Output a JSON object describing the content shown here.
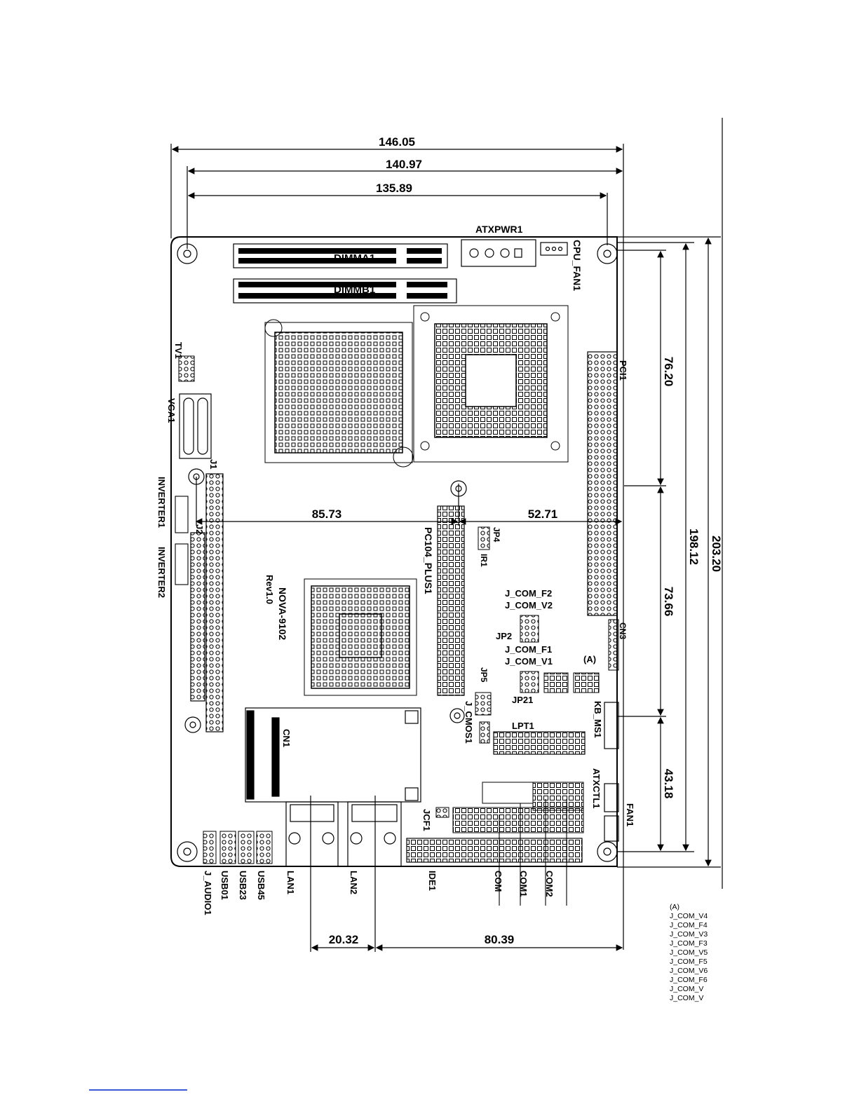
{
  "dimensions": {
    "width_overall": "146.05",
    "width_2": "140.97",
    "width_3": "135.89",
    "height_overall": "203.20",
    "height_2": "198.12",
    "seg_76": "76.20",
    "seg_73": "73.66",
    "seg_43": "43.18",
    "left_85": "85.73",
    "right_52": "52.71",
    "bottom_20": "20.32",
    "bottom_80": "80.39"
  },
  "components": {
    "atxpwr1": "ATXPWR1",
    "cpu_fan1": "CPU_FAN1",
    "dimma1": "DIMMA1",
    "dimmb1": "DIMMB1",
    "tv1": "TV1",
    "vga1": "VGA1",
    "j1": "J1",
    "j2": "J2",
    "inverter1": "INVERTER1",
    "inverter2": "INVERTER2",
    "pci1": "PCI1",
    "pc104": "PC104_PLUS1",
    "jp4": "JP4",
    "ir1": "IR1",
    "board_name": "NOVA-9102",
    "board_rev": "Rev1.0",
    "j_com_f2": "J_COM_F2",
    "j_com_v2": "J_COM_V2",
    "jp2": "JP2",
    "j_com_f1": "J_COM_F1",
    "j_com_v1": "J_COM_V1",
    "marker_a": "(A)",
    "cn3": "CN3",
    "jp5": "JP5",
    "jp21": "JP21",
    "j_cmos1": "J_CMOS1",
    "kb_ms1": "KB_MS1",
    "lpt1": "LPT1",
    "cn1": "CN1",
    "atxctl1": "ATXCTL1",
    "fan1": "FAN1",
    "jcf1": "JCF1",
    "j_audio1": "J_AUDIO1",
    "usb01": "USB01",
    "usb23": "USB23",
    "usb45": "USB45",
    "lan1": "LAN1",
    "lan2": "LAN2",
    "ide1": "IDE1",
    "com": "COM",
    "com1": "COM1",
    "com2": "COM2"
  },
  "legend_a": {
    "title": "(A)",
    "items": [
      "J_COM_V4",
      "J_COM_F4",
      "J_COM_V3",
      "J_COM_F3",
      "J_COM_V5",
      "J_COM_F5",
      "J_COM_V6",
      "J_COM_F6",
      "J_COM_V",
      "J_COM_V"
    ]
  },
  "colors": {
    "line": "#000000",
    "background": "#ffffff",
    "link": "#3b5bd6"
  }
}
